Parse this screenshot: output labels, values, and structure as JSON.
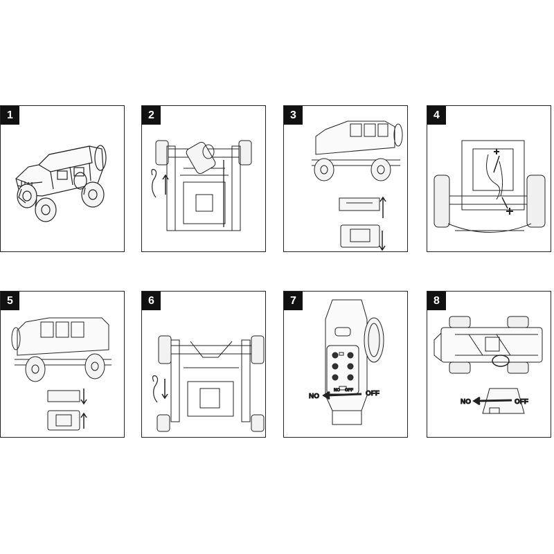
{
  "steps": [
    {
      "number": "1"
    },
    {
      "number": "2"
    },
    {
      "number": "3"
    },
    {
      "number": "4"
    },
    {
      "number": "5"
    },
    {
      "number": "6"
    },
    {
      "number": "7",
      "switch_on": "NO",
      "switch_off": "OFF"
    },
    {
      "number": "8",
      "switch_on": "NO",
      "switch_off": "OFF"
    }
  ],
  "colors": {
    "line": "#222222",
    "badge": "#111111"
  }
}
